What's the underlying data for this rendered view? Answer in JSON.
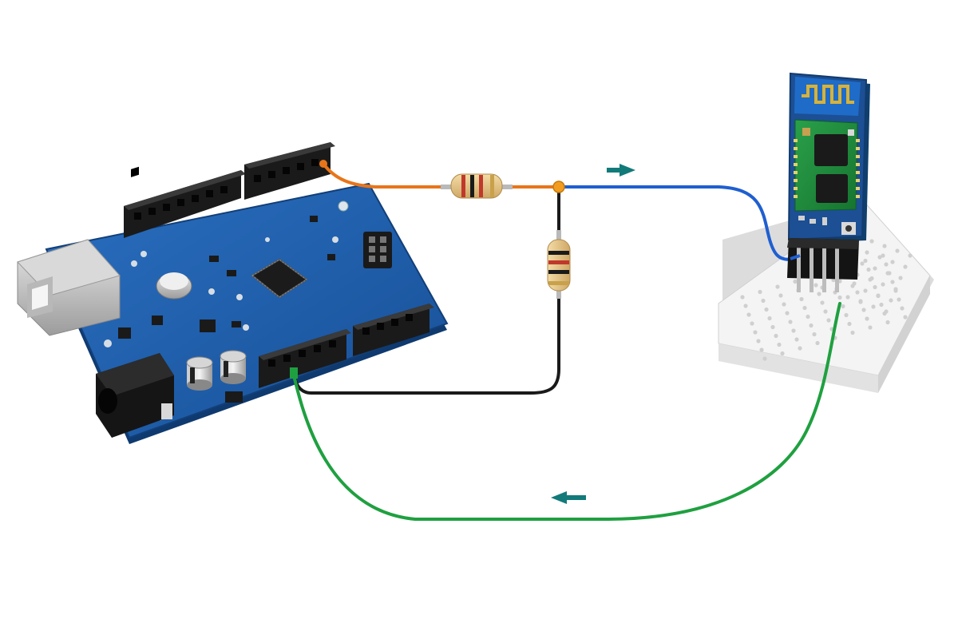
{
  "diagram": {
    "components": [
      {
        "id": "arduino-uno",
        "kind": "microcontroller-board",
        "color": "#1f5fa8"
      },
      {
        "id": "bluetooth-module",
        "kind": "bluetooth-module",
        "color": "#1f8a3a"
      },
      {
        "id": "mini-breadboard",
        "kind": "breadboard",
        "color": "#f4f4f4"
      },
      {
        "id": "resistor-series",
        "kind": "resistor",
        "bands": [
          "#c0392b",
          "#1a1a1a",
          "#c0392b",
          "#c8a14a"
        ]
      },
      {
        "id": "resistor-divider",
        "kind": "resistor",
        "bands": [
          "#1a1a1a",
          "#c0392b",
          "#1a1a1a",
          "#c8a14a"
        ]
      }
    ],
    "wires": [
      {
        "id": "wire-orange",
        "color": "#e8751a",
        "from": "arduino-uno",
        "to": "resistor-series"
      },
      {
        "id": "wire-blue",
        "color": "#1f5fd0",
        "from": "resistor-series",
        "to": "bluetooth-module",
        "flow_arrow": "right"
      },
      {
        "id": "wire-black",
        "color": "#1a1a1a",
        "from": "resistor-divider",
        "to": "arduino-uno"
      },
      {
        "id": "wire-green",
        "color": "#1fa040",
        "from": "bluetooth-module",
        "to": "arduino-uno",
        "flow_arrow": "left"
      }
    ],
    "junction_color": "#f29c1f",
    "arrow_color": "#137a7a"
  }
}
